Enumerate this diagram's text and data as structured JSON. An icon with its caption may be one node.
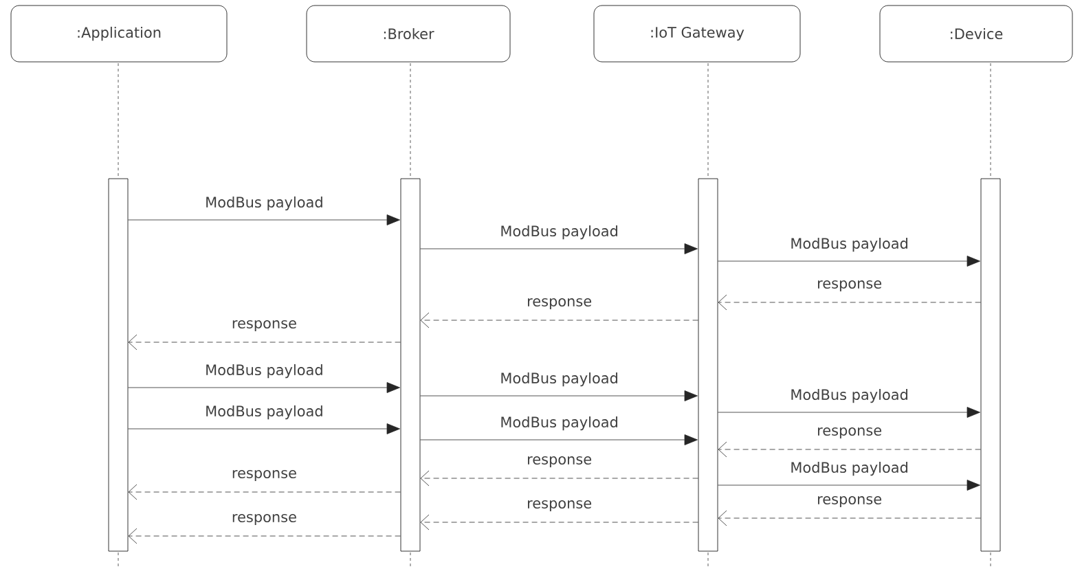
{
  "diagram": {
    "nodes": [
      {
        "text": [
          ":Application"
        ]
      },
      {
        "text": [
          ":Broker"
        ]
      },
      {
        "text": [
          ":IoT Gateway"
        ]
      },
      {
        "text": [
          ":Device"
        ]
      },
      {
        "text": [],
        "shape": "bar"
      },
      {
        "text": [],
        "shape": "bar"
      },
      {
        "text": [],
        "shape": "bar"
      },
      {
        "text": [],
        "shape": "bar"
      }
    ],
    "edges": [
      {
        "from": 4,
        "to": 5,
        "arrow": "to",
        "label": "ModBus payload"
      },
      {
        "from": 5,
        "to": 6,
        "arrow": "to",
        "label": "ModBus payload"
      },
      {
        "from": 6,
        "to": 7,
        "arrow": "to",
        "label": "ModBus payload"
      },
      {
        "from": 7,
        "to": 6,
        "arrow": "to",
        "label": "response",
        "style": "dashed"
      },
      {
        "from": 6,
        "to": 5,
        "arrow": "to",
        "label": "response",
        "style": "dashed"
      },
      {
        "from": 5,
        "to": 4,
        "arrow": "to",
        "label": "response",
        "style": "dashed"
      },
      {
        "from": 4,
        "to": 5,
        "arrow": "to",
        "label": "ModBus payload"
      },
      {
        "from": 5,
        "to": 6,
        "arrow": "to",
        "label": "ModBus payload"
      },
      {
        "from": 6,
        "to": 7,
        "arrow": "to",
        "label": "ModBus payload"
      },
      {
        "from": 4,
        "to": 5,
        "arrow": "to",
        "label": "ModBus payload"
      },
      {
        "from": 5,
        "to": 6,
        "arrow": "to",
        "label": "ModBus payload"
      },
      {
        "from": 7,
        "to": 6,
        "arrow": "to",
        "label": "response",
        "style": "dashed"
      },
      {
        "from": 6,
        "to": 5,
        "arrow": "to",
        "label": "response",
        "style": "dashed"
      },
      {
        "from": 6,
        "to": 7,
        "arrow": "to",
        "label": "ModBus payload"
      },
      {
        "from": 5,
        "to": 4,
        "arrow": "to",
        "label": "response",
        "style": "dashed"
      },
      {
        "from": 7,
        "to": 6,
        "arrow": "to",
        "label": "response",
        "style": "dashed"
      },
      {
        "from": 6,
        "to": 5,
        "arrow": "to",
        "label": "response",
        "style": "dashed"
      },
      {
        "from": 5,
        "to": 4,
        "arrow": "to",
        "label": "response",
        "style": "dashed"
      }
    ]
  }
}
